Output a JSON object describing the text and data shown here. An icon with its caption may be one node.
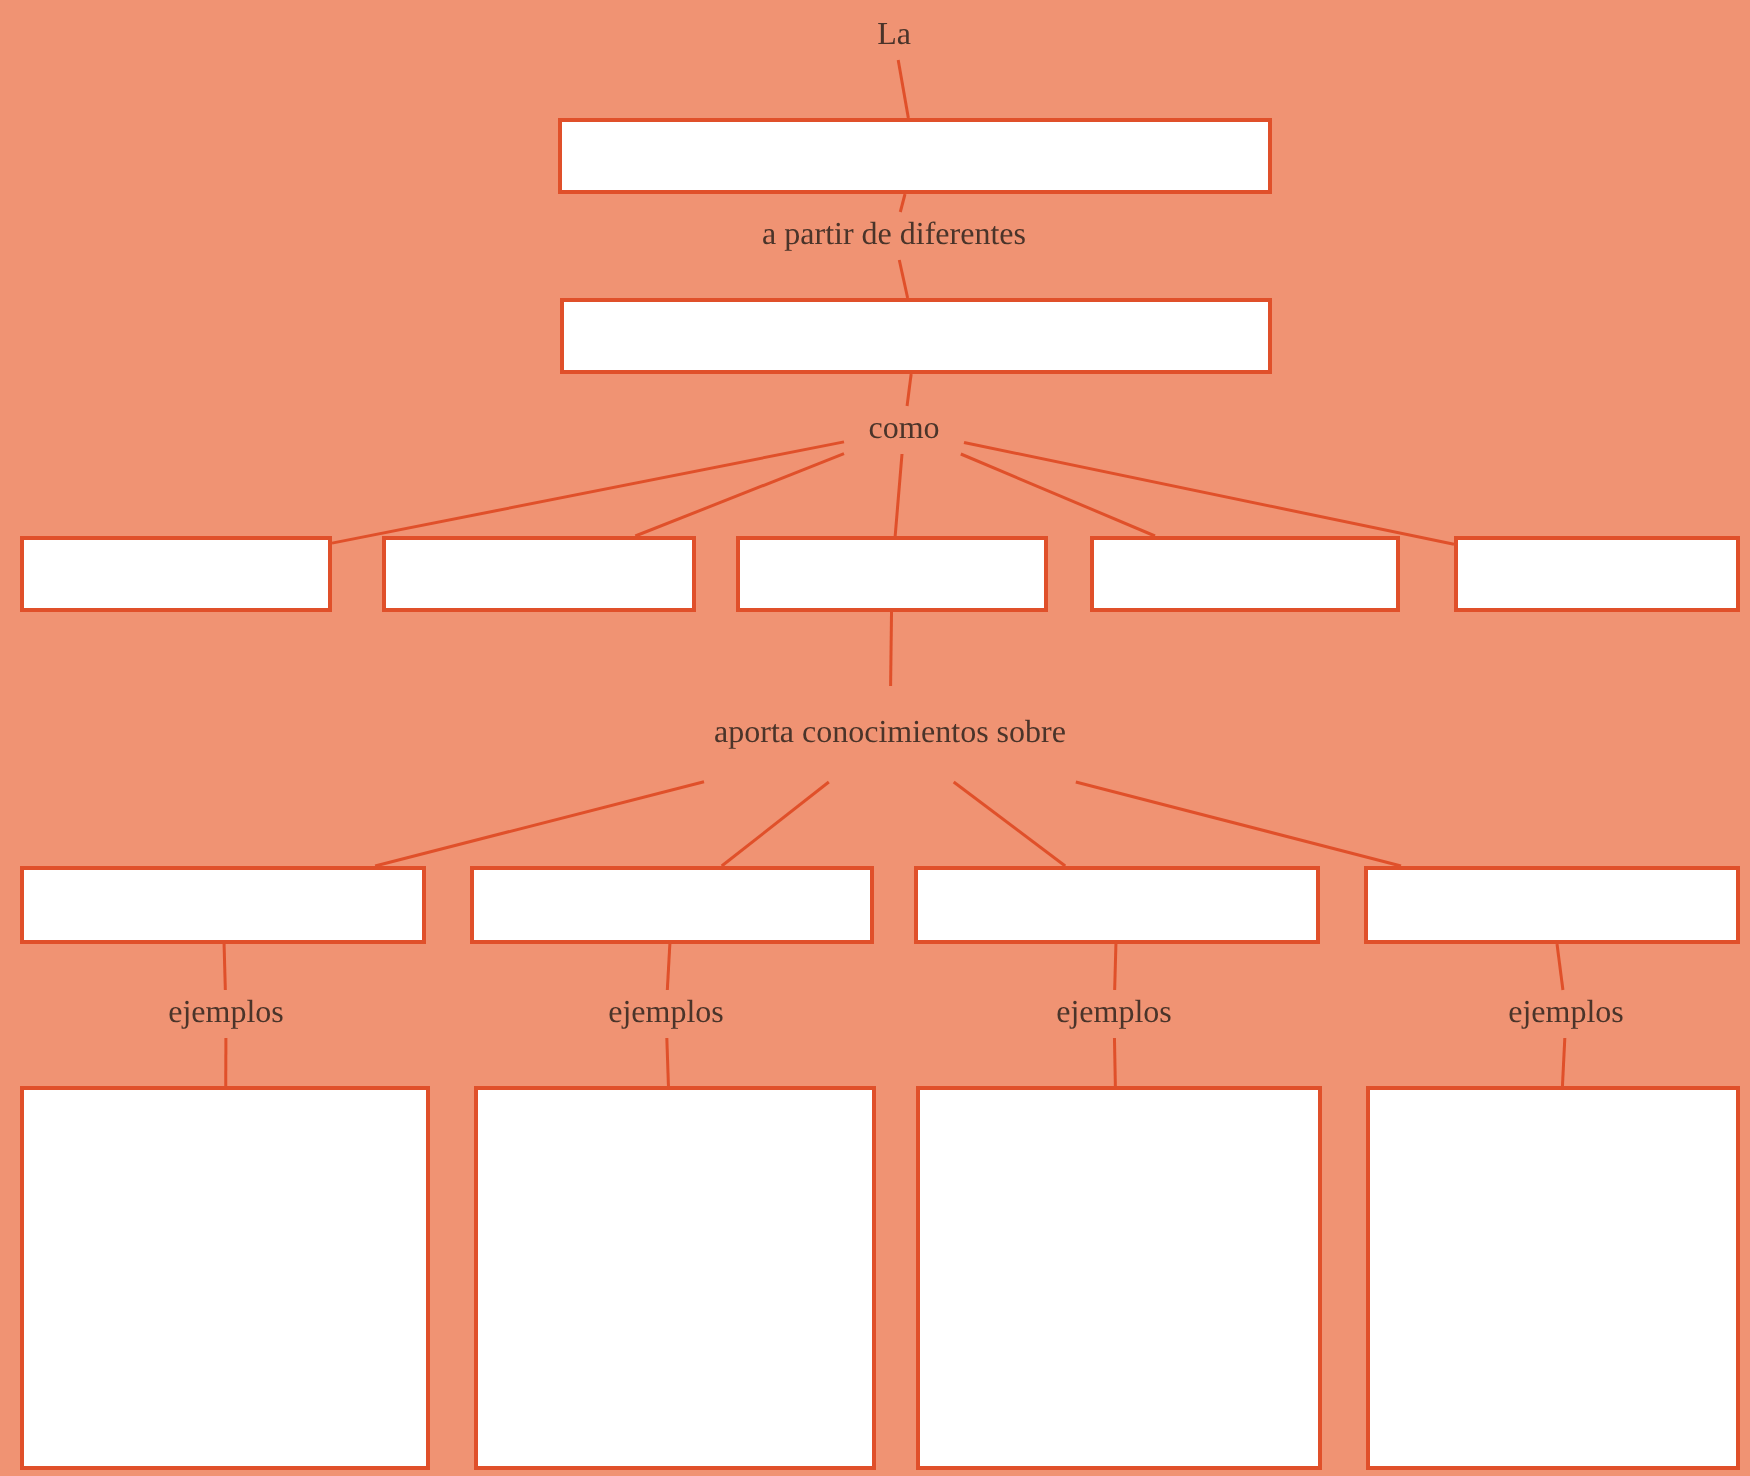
{
  "diagram": {
    "nodes": [
      {
        "text": [
          "La"
        ]
      },
      {
        "text": [],
        "shape": "box"
      },
      {
        "text": [
          "a partir de diferentes"
        ]
      },
      {
        "text": [],
        "shape": "box"
      },
      {
        "text": [
          "como"
        ]
      },
      {
        "text": [],
        "shape": "box"
      },
      {
        "text": [],
        "shape": "box"
      },
      {
        "text": [],
        "shape": "box"
      },
      {
        "text": [],
        "shape": "box"
      },
      {
        "text": [],
        "shape": "box"
      },
      {
        "text": [
          "aporta conocimientos sobre"
        ]
      },
      {
        "text": [],
        "shape": "box"
      },
      {
        "text": [],
        "shape": "box"
      },
      {
        "text": [],
        "shape": "box"
      },
      {
        "text": [],
        "shape": "box"
      },
      {
        "text": [
          "ejemplos"
        ]
      },
      {
        "text": [
          "ejemplos"
        ]
      },
      {
        "text": [
          "ejemplos"
        ]
      },
      {
        "text": [
          "ejemplos"
        ]
      },
      {
        "text": [],
        "shape": "box"
      },
      {
        "text": [],
        "shape": "box"
      },
      {
        "text": [],
        "shape": "box"
      },
      {
        "text": [],
        "shape": "box"
      }
    ],
    "edges": [
      {
        "from": 0,
        "to": 1,
        "arrow": "none"
      },
      {
        "from": 1,
        "to": 2,
        "arrow": "none"
      },
      {
        "from": 2,
        "to": 3,
        "arrow": "none"
      },
      {
        "from": 3,
        "to": 4,
        "arrow": "none"
      },
      {
        "from": 4,
        "to": 5,
        "arrow": "none"
      },
      {
        "from": 4,
        "to": 6,
        "arrow": "none"
      },
      {
        "from": 4,
        "to": 7,
        "arrow": "none"
      },
      {
        "from": 4,
        "to": 8,
        "arrow": "none"
      },
      {
        "from": 4,
        "to": 9,
        "arrow": "none"
      },
      {
        "from": 7,
        "to": 10,
        "arrow": "none"
      },
      {
        "from": 10,
        "to": 11,
        "arrow": "none"
      },
      {
        "from": 10,
        "to": 12,
        "arrow": "none"
      },
      {
        "from": 10,
        "to": 13,
        "arrow": "none"
      },
      {
        "from": 10,
        "to": 14,
        "arrow": "none"
      },
      {
        "from": 11,
        "to": 15,
        "arrow": "none"
      },
      {
        "from": 12,
        "to": 16,
        "arrow": "none"
      },
      {
        "from": 13,
        "to": 17,
        "arrow": "none"
      },
      {
        "from": 14,
        "to": 18,
        "arrow": "none"
      },
      {
        "from": 15,
        "to": 19,
        "arrow": "none"
      },
      {
        "from": 16,
        "to": 20,
        "arrow": "none"
      },
      {
        "from": 17,
        "to": 21,
        "arrow": "none"
      },
      {
        "from": 18,
        "to": 22,
        "arrow": "none"
      }
    ]
  }
}
